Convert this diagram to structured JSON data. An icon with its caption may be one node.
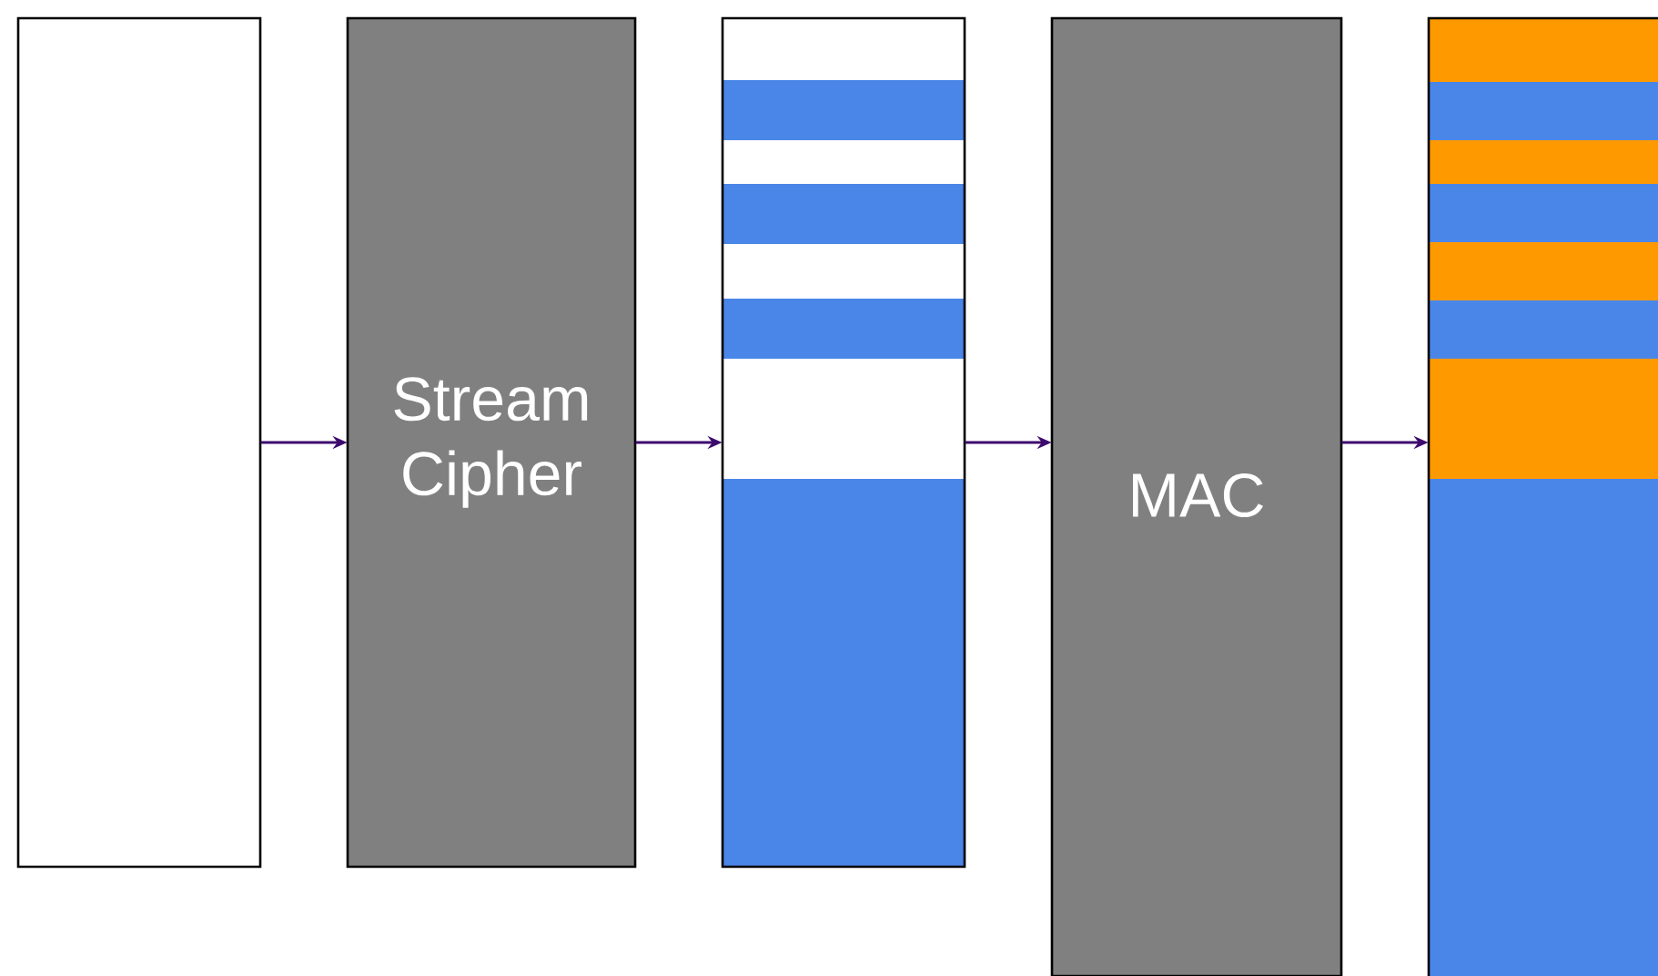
{
  "diagram": {
    "nodes": [
      {
        "text": [],
        "shape": "box"
      },
      {
        "text": [
          "Stream Cipher"
        ]
      },
      {
        "text": [],
        "shape": "box"
      },
      {
        "text": [
          "MAC"
        ]
      },
      {
        "text": [],
        "shape": "box"
      }
    ],
    "edges": [
      {
        "from": 0,
        "to": 1,
        "arrow": "to"
      },
      {
        "from": 1,
        "to": 2,
        "arrow": "to"
      },
      {
        "from": 2,
        "to": 3,
        "arrow": "to"
      },
      {
        "from": 3,
        "to": 4,
        "arrow": "to"
      }
    ]
  }
}
